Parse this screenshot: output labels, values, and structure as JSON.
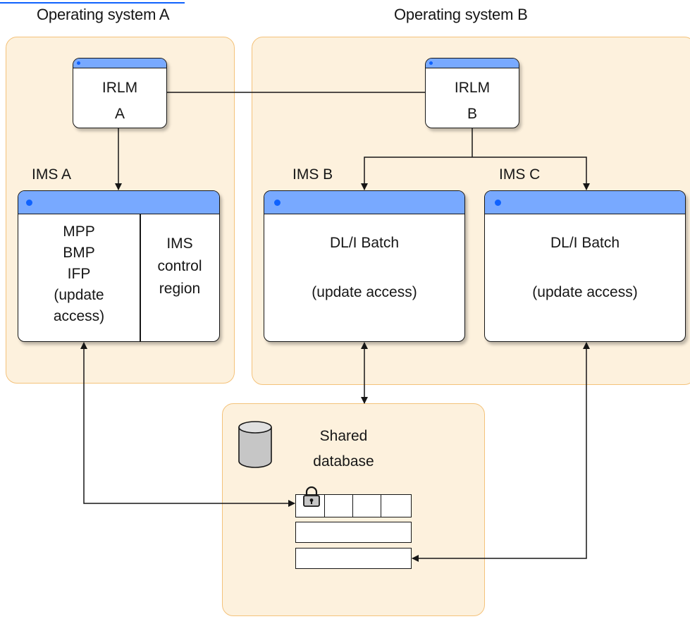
{
  "os_a": {
    "title": "Operating system A"
  },
  "os_b": {
    "title": "Operating system B"
  },
  "irlm_a": {
    "line1": "IRLM",
    "line2": "A"
  },
  "irlm_b": {
    "line1": "IRLM",
    "line2": "B"
  },
  "ims_a": {
    "label": "IMS A",
    "left_lines": [
      "MPP",
      "BMP",
      "IFP",
      "(update",
      "access)"
    ],
    "right_lines": [
      "IMS",
      "control",
      "region"
    ]
  },
  "ims_b": {
    "label": "IMS B",
    "line1": "DL/I Batch",
    "line2": "(update access)"
  },
  "ims_c": {
    "label": "IMS C",
    "line1": "DL/I Batch",
    "line2": "(update access)"
  },
  "shared_db": {
    "line1": "Shared",
    "line2": "database",
    "icon": "cylinder-database-icon",
    "lock_icon": "lock-icon"
  },
  "colors": {
    "container_fill": "#fdf1dd",
    "container_border": "#f4c27a",
    "titlebar": "#78a9ff",
    "titlebar_dot": "#0f62fe",
    "line": "#161616"
  }
}
